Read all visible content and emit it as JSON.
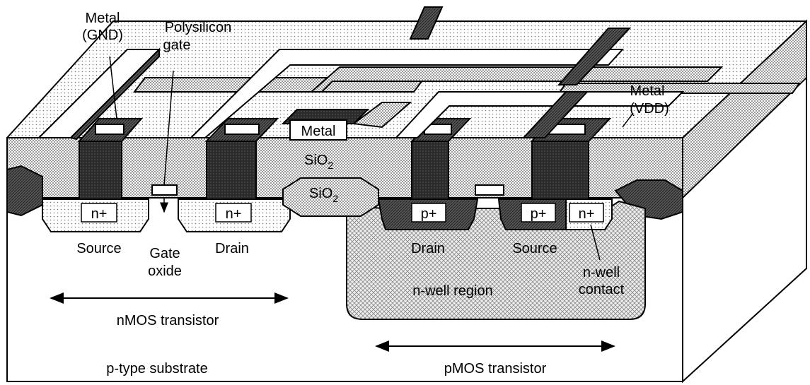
{
  "labels": {
    "metal_gnd_1": "Metal",
    "metal_gnd_2": "(GND)",
    "poly_1": "Polysilicon",
    "poly_2": "gate",
    "metal_vdd_1": "Metal",
    "metal_vdd_2": "(VDD)",
    "metal": "Metal",
    "sio2_top": "SiO",
    "sio2_top_sub": "2",
    "sio2_field": "SiO",
    "sio2_field_sub": "2",
    "n_plus_source": "n+",
    "n_plus_drain": "n+",
    "p_plus_drain": "p+",
    "p_plus_source": "p+",
    "n_plus_contact": "n+",
    "source_n": "Source",
    "gate_oxide_1": "Gate",
    "gate_oxide_2": "oxide",
    "drain_n": "Drain",
    "drain_p": "Drain",
    "source_p": "Source",
    "nwell_contact_1": "n-well",
    "nwell_contact_2": "contact",
    "nwell_region": "n-well region",
    "nmos": "nMOS transistor",
    "pmos": "pMOS transistor",
    "substrate": "p-type substrate"
  }
}
